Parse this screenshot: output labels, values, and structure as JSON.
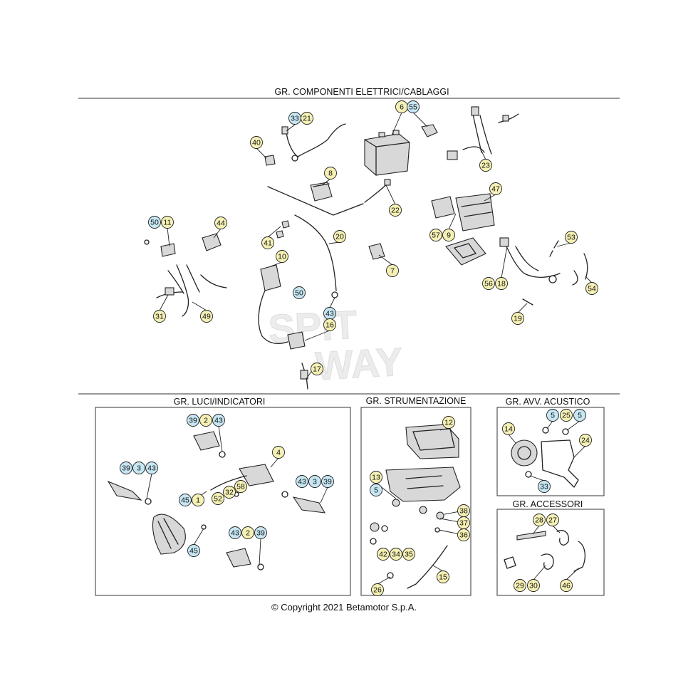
{
  "sections": [
    {
      "id": "main",
      "title": "GR. COMPONENTI ELETTRICI/CABLAGGI"
    },
    {
      "id": "luci",
      "title": "GR. LUCI/INDICATORI"
    },
    {
      "id": "strum",
      "title": "GR. STRUMENTAZIONE"
    },
    {
      "id": "acust",
      "title": "GR. AVV. ACUSTICO"
    },
    {
      "id": "acc",
      "title": "GR. ACCESSORI"
    }
  ],
  "copyright": "© Copyright 2021 Betamotor S.p.A.",
  "watermark": [
    "SPIT",
    "WAY"
  ],
  "callout_colors": {
    "yellow": "#f5f0b4",
    "blue": "#c6e6f3"
  },
  "callouts": [
    {
      "n": "33",
      "c": "blue"
    },
    {
      "n": "21",
      "c": "yellow"
    },
    {
      "n": "6",
      "c": "yellow"
    },
    {
      "n": "55",
      "c": "blue"
    },
    {
      "n": "40",
      "c": "yellow"
    },
    {
      "n": "23",
      "c": "yellow"
    },
    {
      "n": "8",
      "c": "yellow"
    },
    {
      "n": "47",
      "c": "yellow"
    },
    {
      "n": "22",
      "c": "yellow"
    },
    {
      "n": "50",
      "c": "blue"
    },
    {
      "n": "11",
      "c": "yellow"
    },
    {
      "n": "44",
      "c": "yellow"
    },
    {
      "n": "20",
      "c": "yellow"
    },
    {
      "n": "41",
      "c": "yellow"
    },
    {
      "n": "57",
      "c": "yellow"
    },
    {
      "n": "9",
      "c": "yellow"
    },
    {
      "n": "53",
      "c": "yellow"
    },
    {
      "n": "10",
      "c": "yellow"
    },
    {
      "n": "7",
      "c": "yellow"
    },
    {
      "n": "56",
      "c": "yellow"
    },
    {
      "n": "18",
      "c": "yellow"
    },
    {
      "n": "50",
      "c": "blue"
    },
    {
      "n": "54",
      "c": "yellow"
    },
    {
      "n": "31",
      "c": "yellow"
    },
    {
      "n": "49",
      "c": "yellow"
    },
    {
      "n": "43",
      "c": "blue"
    },
    {
      "n": "16",
      "c": "yellow"
    },
    {
      "n": "19",
      "c": "yellow"
    },
    {
      "n": "17",
      "c": "yellow"
    },
    {
      "n": "39",
      "c": "blue"
    },
    {
      "n": "2",
      "c": "yellow"
    },
    {
      "n": "43",
      "c": "blue"
    },
    {
      "n": "4",
      "c": "yellow"
    },
    {
      "n": "39",
      "c": "blue"
    },
    {
      "n": "3",
      "c": "blue"
    },
    {
      "n": "43",
      "c": "blue"
    },
    {
      "n": "43",
      "c": "blue"
    },
    {
      "n": "3",
      "c": "blue"
    },
    {
      "n": "39",
      "c": "blue"
    },
    {
      "n": "58",
      "c": "yellow"
    },
    {
      "n": "32",
      "c": "yellow"
    },
    {
      "n": "45",
      "c": "blue"
    },
    {
      "n": "1",
      "c": "yellow"
    },
    {
      "n": "52",
      "c": "yellow"
    },
    {
      "n": "43",
      "c": "blue"
    },
    {
      "n": "2",
      "c": "yellow"
    },
    {
      "n": "39",
      "c": "blue"
    },
    {
      "n": "45",
      "c": "blue"
    },
    {
      "n": "12",
      "c": "yellow"
    },
    {
      "n": "13",
      "c": "yellow"
    },
    {
      "n": "5",
      "c": "blue"
    },
    {
      "n": "38",
      "c": "yellow"
    },
    {
      "n": "37",
      "c": "yellow"
    },
    {
      "n": "36",
      "c": "yellow"
    },
    {
      "n": "42",
      "c": "yellow"
    },
    {
      "n": "34",
      "c": "yellow"
    },
    {
      "n": "35",
      "c": "yellow"
    },
    {
      "n": "15",
      "c": "yellow"
    },
    {
      "n": "26",
      "c": "yellow"
    },
    {
      "n": "5",
      "c": "blue"
    },
    {
      "n": "25",
      "c": "yellow"
    },
    {
      "n": "5",
      "c": "blue"
    },
    {
      "n": "14",
      "c": "yellow"
    },
    {
      "n": "24",
      "c": "yellow"
    },
    {
      "n": "33",
      "c": "blue"
    },
    {
      "n": "28",
      "c": "yellow"
    },
    {
      "n": "27",
      "c": "yellow"
    },
    {
      "n": "29",
      "c": "yellow"
    },
    {
      "n": "30",
      "c": "yellow"
    },
    {
      "n": "46",
      "c": "yellow"
    }
  ]
}
